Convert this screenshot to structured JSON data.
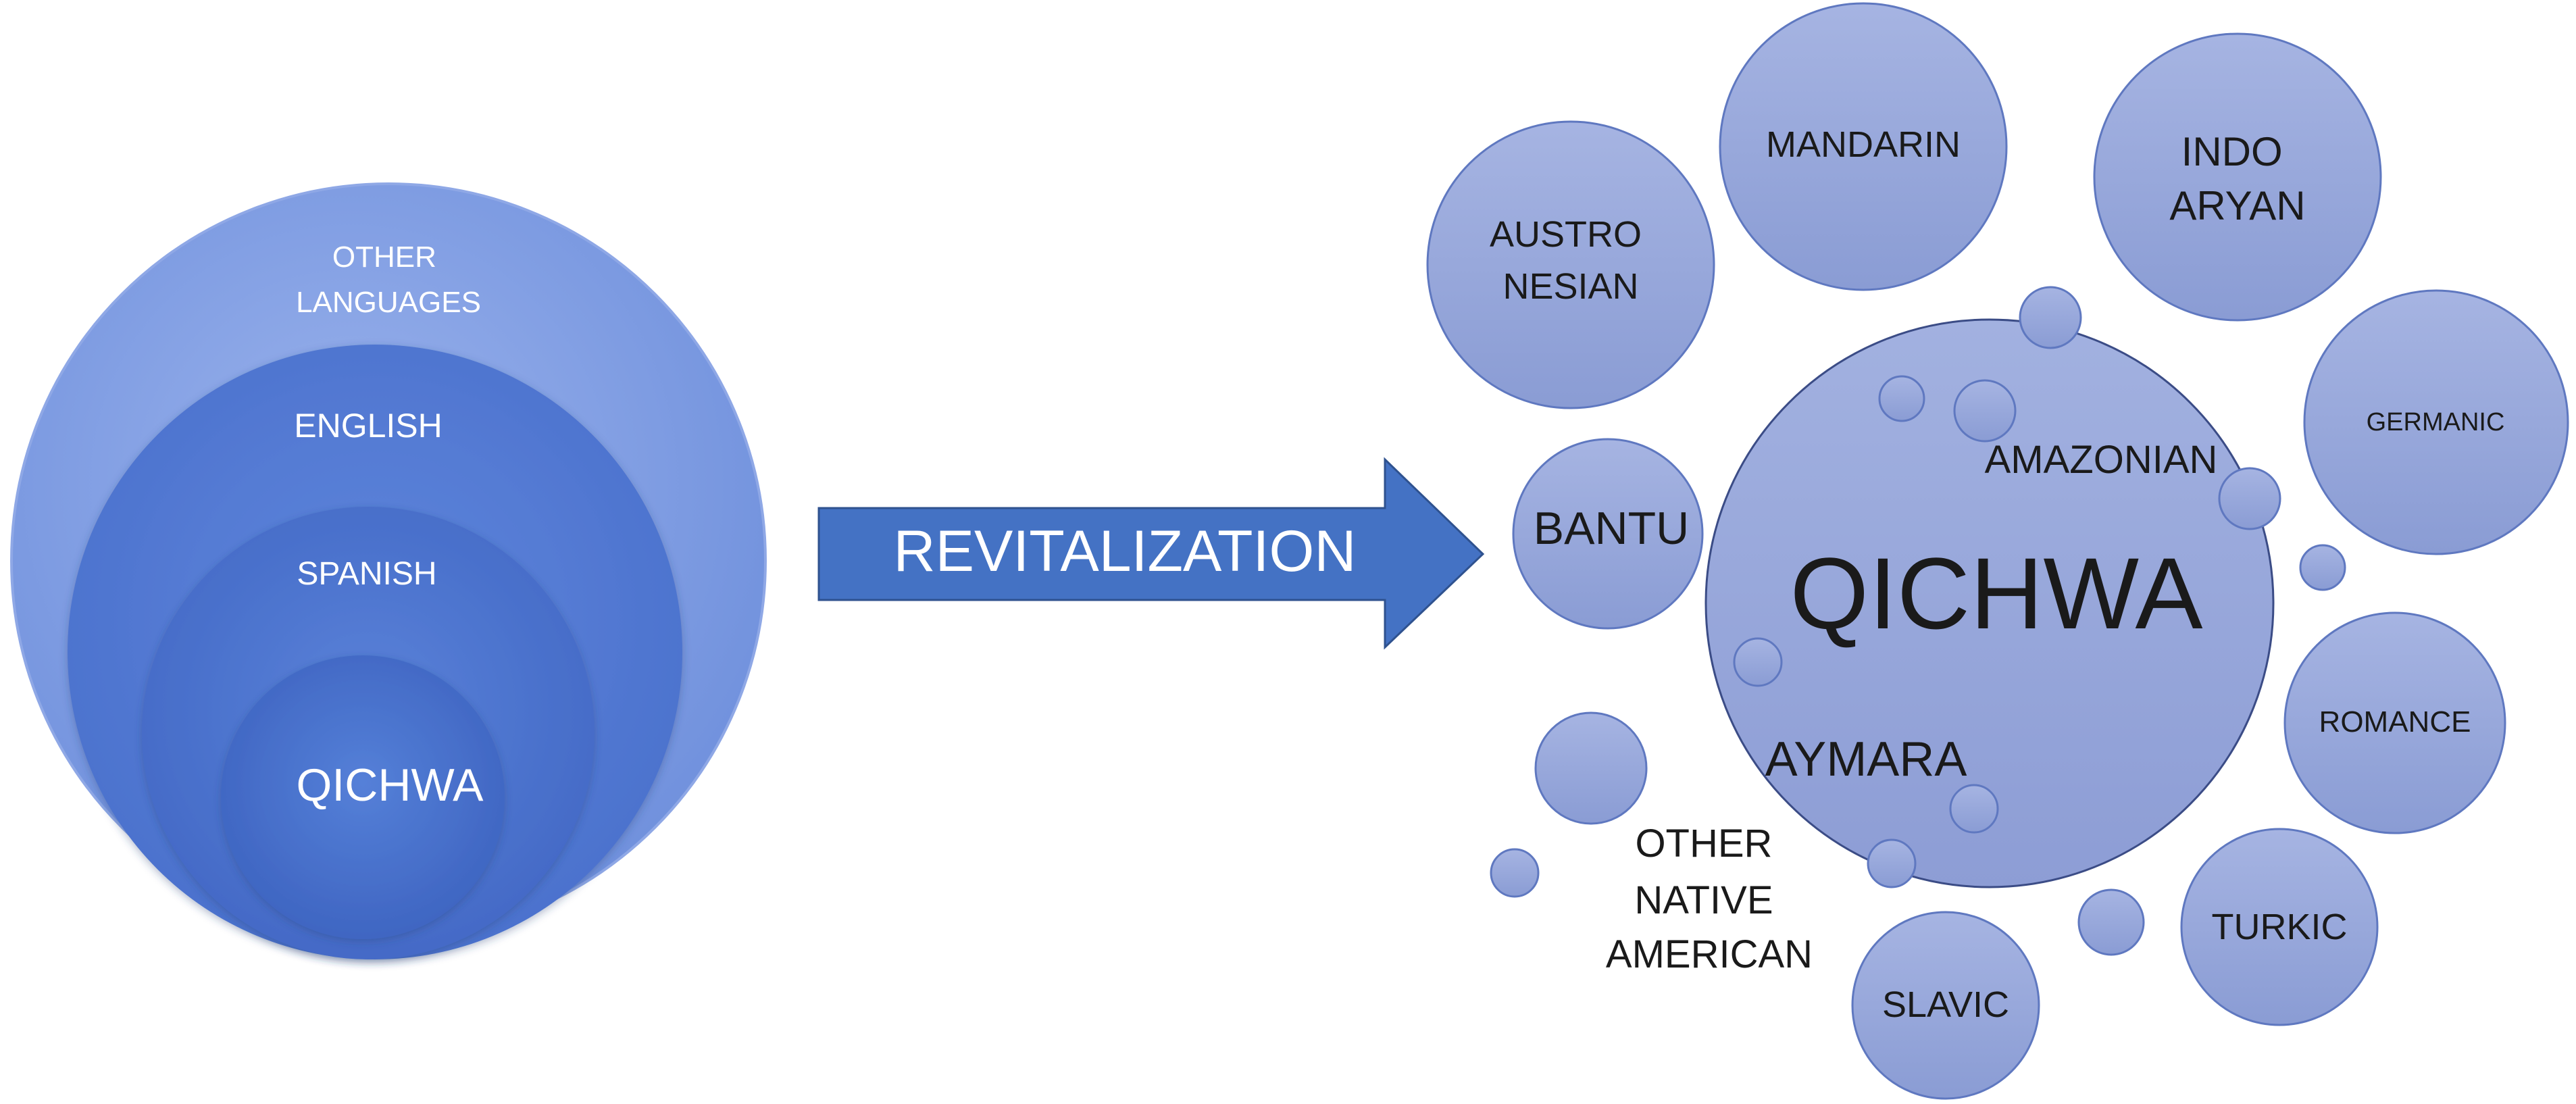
{
  "left_nested": {
    "other_languages": [
      "OTHER",
      "LANGUAGES"
    ],
    "english": "ENGLISH",
    "spanish": "SPANISH",
    "qichwa": "QICHWA"
  },
  "arrow": {
    "label": "REVITALIZATION"
  },
  "right_cluster": {
    "center": "QICHWA",
    "amazonian": "AMAZONIAN",
    "aymara": "AYMARA",
    "other_native": [
      "OTHER",
      "NATIVE",
      "AMERICAN"
    ],
    "bantu": "BANTU",
    "austronesian": [
      "AUSTRO",
      "NESIAN"
    ],
    "mandarin": "MANDARIN",
    "indo_aryan": [
      "INDO",
      "ARYAN"
    ],
    "germanic": "GERMANIC",
    "romance": "ROMANCE",
    "turkic": "TURKIC",
    "slavic": "SLAVIC"
  },
  "colors": {
    "outer_ring": "#7d9ae0",
    "inner_blue": "#4f77d1",
    "arrow": "#4472c4",
    "bubble": "#93a4d9",
    "bubble_stroke": "#5f78c0"
  }
}
